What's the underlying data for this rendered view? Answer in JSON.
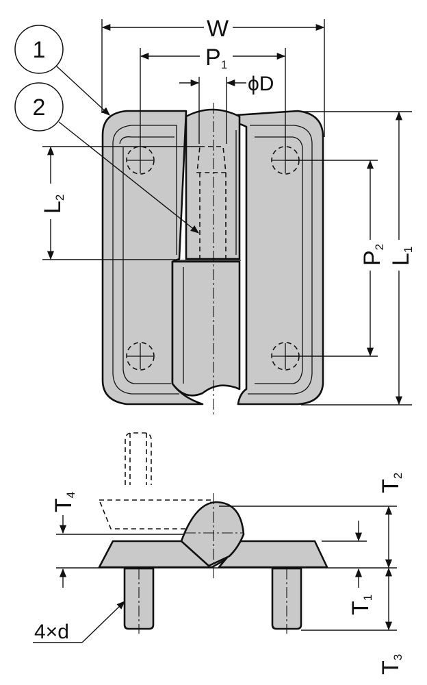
{
  "callouts": {
    "item1": "1",
    "item2": "2"
  },
  "dimensions": {
    "W": "W",
    "P1": {
      "main": "P",
      "sub": "1"
    },
    "phiD": "ϕD",
    "L1": {
      "main": "L",
      "sub": "1"
    },
    "L2": {
      "main": "L",
      "sub": "2"
    },
    "P2": {
      "main": "P",
      "sub": "2"
    },
    "T1": {
      "main": "T",
      "sub": "1"
    },
    "T2": {
      "main": "T",
      "sub": "2"
    },
    "T3": {
      "main": "T",
      "sub": "3"
    },
    "T4": {
      "main": "T",
      "sub": "4"
    },
    "bolt": "4×d"
  },
  "colors": {
    "part_fill": "#c9c9c9",
    "line": "#111111",
    "background": "#ffffff"
  }
}
